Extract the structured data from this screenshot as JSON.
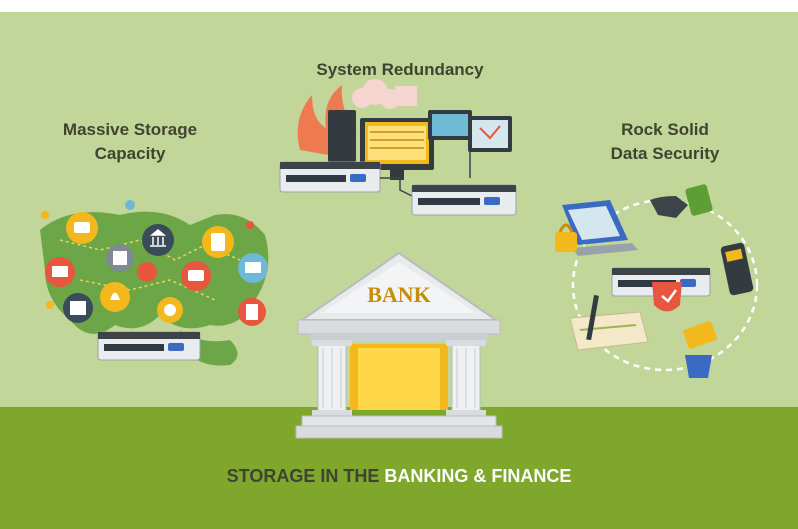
{
  "headings": {
    "massive_line1": "Massive Storage",
    "massive_line2": "Capacity",
    "redundancy": "System Redundancy",
    "security_line1": "Rock Solid",
    "security_line2": "Data Security"
  },
  "bank": {
    "label": "BANK"
  },
  "footer": {
    "prefix": "STORAGE IN THE ",
    "accent": "BANKING & FINANCE"
  },
  "colors": {
    "light_green": "#c3d699",
    "dark_green": "#7ea72b",
    "text_dark": "#3f4431",
    "bank_gold": "#f2b81c"
  }
}
